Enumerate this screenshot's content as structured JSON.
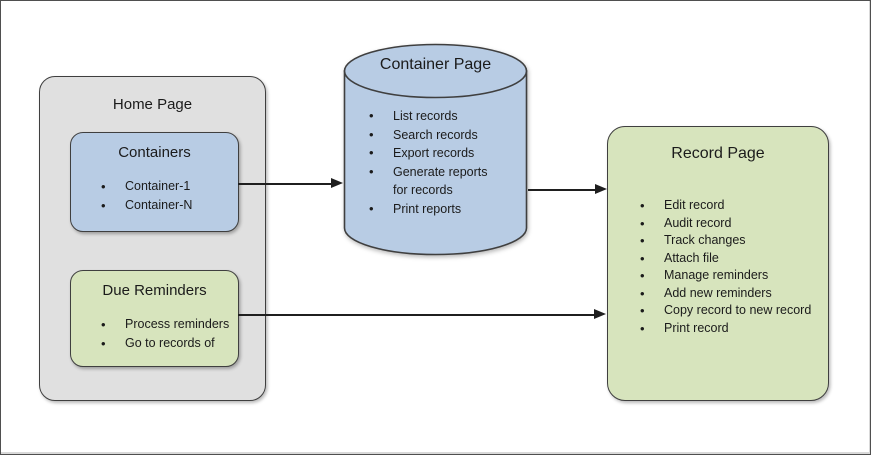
{
  "diagram": {
    "home": {
      "title": "Home Page",
      "containers": {
        "title": "Containers",
        "items": [
          "Container-1",
          "Container-N"
        ]
      },
      "due_reminders": {
        "title": "Due Reminders",
        "items": [
          "Process reminders",
          "Go to records of"
        ]
      }
    },
    "container_page": {
      "title": "Container Page",
      "items": [
        "List records",
        "Search records",
        "Export records",
        "Generate reports for records",
        "Print reports"
      ]
    },
    "record_page": {
      "title": "Record Page",
      "items": [
        "Edit record",
        "Audit record",
        "Track changes",
        "Attach file",
        "Manage reminders",
        "Add new reminders",
        "Copy record to new record",
        "Print record"
      ]
    },
    "colors": {
      "home_fill": "#e0e0e0",
      "blue_fill": "#b8cce4",
      "green_fill": "#d7e4bd",
      "border": "#3f3f3f",
      "text": "#1b1b1b",
      "arrow": "#1f1f1f",
      "frame": "#4f4f4f",
      "canvas_bg": "#ffffff"
    }
  }
}
